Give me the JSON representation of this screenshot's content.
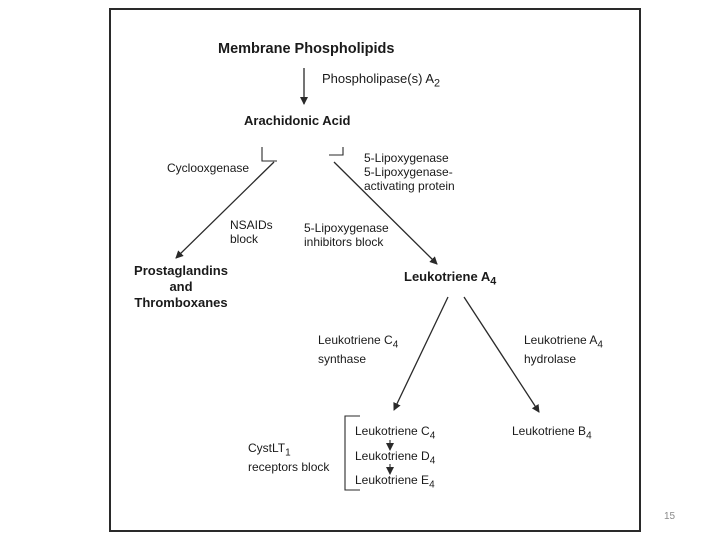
{
  "diagram": {
    "membrane": "Membrane Phospholipids",
    "phospholipase": "Phospholipase(s) A",
    "phospholipase_sub": "2",
    "arachidonic": "Arachidonic Acid",
    "cyclooxygenase": "Cyclooxgenase",
    "lipoxygenase_1": "5-Lipoxygenase",
    "lipoxygenase_2": "5-Lipoxygenase-",
    "lipoxygenase_3": "activating protein",
    "nsaids_1": "NSAIDs",
    "nsaids_2": "block",
    "lox_inhib_1": "5-Lipoxygenase",
    "lox_inhib_2": "inhibitors block",
    "prostaglandins": "Prostaglandins\nand\nThromboxanes",
    "leukotriene_a4": "Leukotriene A",
    "leukotriene_a4_sub": "4",
    "ltc4_synthase_1": "Leukotriene C",
    "ltc4_synthase_sub": "4",
    "ltc4_synthase_2": "synthase",
    "lta4_hydrolase_1": "Leukotriene A",
    "lta4_hydrolase_sub": "4",
    "lta4_hydrolase_2": "hydrolase",
    "cystlt_1": "CystLT",
    "cystlt_sub": "1",
    "cystlt_2": "receptors block",
    "ltc4": "Leukotriene C",
    "ltc4_sub": "4",
    "ltd4": "Leukotriene D",
    "ltd4_sub": "4",
    "lte4": "Leukotriene E",
    "lte4_sub": "4",
    "ltb4": "Leukotriene B",
    "ltb4_sub": "4"
  },
  "slide_number": "15"
}
